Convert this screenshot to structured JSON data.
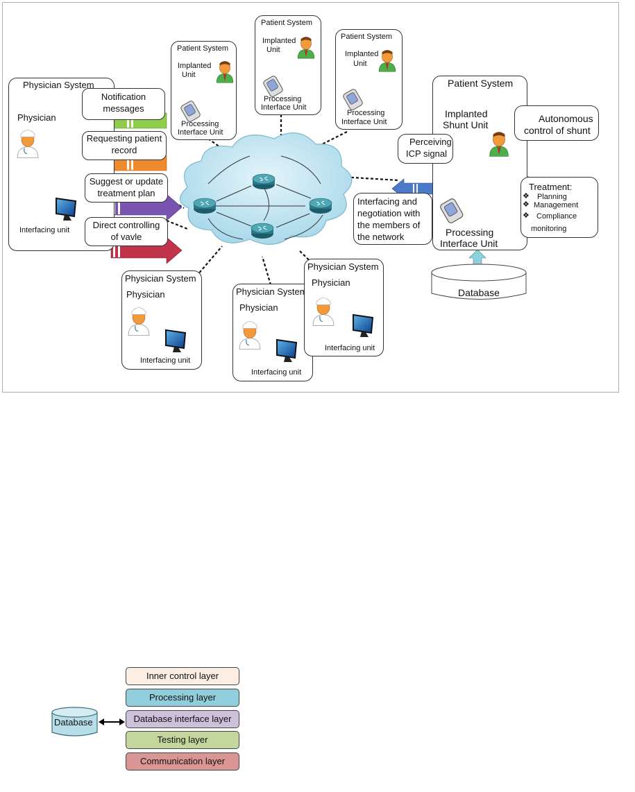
{
  "diagram": {
    "physician_left": {
      "title": "Physician System",
      "physician_label": "Physician",
      "interfacing_label": "Interfacing unit",
      "msg_notification": [
        "Notification",
        "messages"
      ],
      "msg_requesting": [
        "Requesting patient",
        "record"
      ],
      "msg_suggest": [
        "Suggest or update",
        "treatment plan"
      ],
      "msg_direct": [
        "Direct controlling",
        "of vavle"
      ]
    },
    "patient_small": [
      {
        "title": "Patient System",
        "implanted": [
          "Implanted",
          "Unit"
        ],
        "processing": [
          "Processing",
          "Interface Unit"
        ]
      },
      {
        "title": "Patient System",
        "implanted": [
          "Implanted",
          "Unit"
        ],
        "processing": [
          "Processing",
          "Interface Unit"
        ]
      },
      {
        "title": "Patient System",
        "implanted": [
          "Implanted",
          "Unit"
        ],
        "processing": [
          "Processing",
          "Interface Unit"
        ]
      }
    ],
    "physician_small": [
      {
        "title": "Physician System",
        "physician_label": "Physician",
        "interfacing_label": "Interfacing unit"
      },
      {
        "title": "Physician System",
        "physician_label": "Physician",
        "interfacing_label": "Interfacing unit"
      },
      {
        "title": "Physician System",
        "physician_label": "Physician",
        "interfacing_label": "Interfacing unit"
      }
    ],
    "patient_right": {
      "title": "Patient System",
      "implanted": [
        "Implanted",
        "Shunt Unit"
      ],
      "autonomous": [
        "Autonomous",
        "control of shunt"
      ],
      "perceiving": [
        "Perceiving",
        "ICP signal"
      ],
      "processing": [
        "Processing",
        "Interface Unit"
      ],
      "database": "Database",
      "treatment_title": "Treatment:",
      "treatment_items": [
        "Planning",
        "Management",
        "Compliance"
      ],
      "treatment_tail": "monitoring"
    },
    "interfacing_text": [
      "Interfacing and",
      "negotiation with",
      "the members of",
      "the network"
    ]
  },
  "layers": {
    "database": "Database",
    "items": [
      {
        "label": "Inner control layer",
        "color": "#fdeee4"
      },
      {
        "label": "Processing layer",
        "color": "#92cddc"
      },
      {
        "label": "Database interface layer",
        "color": "#ccc0da"
      },
      {
        "label": "Testing layer",
        "color": "#c3d69b"
      },
      {
        "label": "Communication layer",
        "color": "#d99694"
      }
    ]
  }
}
